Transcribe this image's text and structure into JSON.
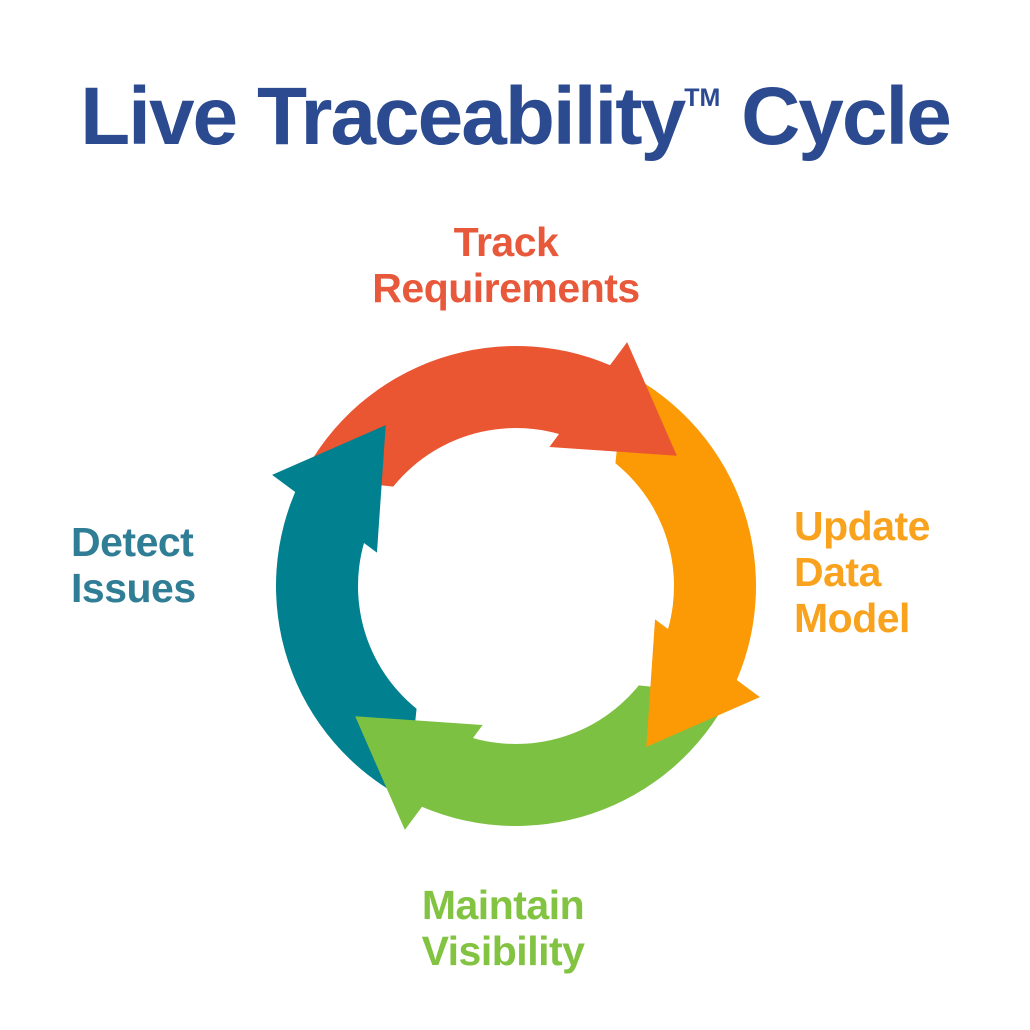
{
  "title": {
    "text": "Live Traceability",
    "trademark": "TM",
    "suffix": " Cycle"
  },
  "colors": {
    "title_navy": "#2B4A90",
    "background": "#FFFFFF"
  },
  "cycle": {
    "direction": "clockwise",
    "steps": [
      {
        "label_lines": [
          "Track",
          "Requirements"
        ],
        "position": "top",
        "arrow_color": "#EA5532",
        "label_color": "#E8593B"
      },
      {
        "label_lines": [
          "Update",
          "Data",
          "Model"
        ],
        "position": "right",
        "arrow_color": "#FB9A04",
        "label_color": "#F9A21D"
      },
      {
        "label_lines": [
          "Maintain",
          "Visibility"
        ],
        "position": "bottom",
        "arrow_color": "#7DC142",
        "label_color": "#82C341"
      },
      {
        "label_lines": [
          "Detect",
          "Issues"
        ],
        "position": "left",
        "arrow_color": "#01808F",
        "label_color": "#2F7E95"
      }
    ]
  }
}
